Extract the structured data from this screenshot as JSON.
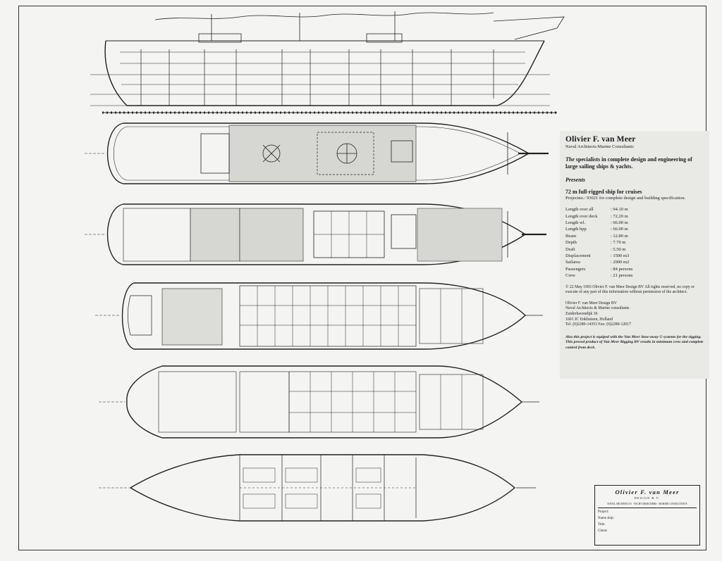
{
  "info": {
    "firm": "Olivier F. van Meer",
    "firm_sub": "Naval Architects-Marine Consultants",
    "tagline_em": "The",
    "tagline": " specialists in complete design and engineering of large sailing ships & yachts.",
    "presents": "Presents",
    "project_title": "72 m full-rigged ship for cruises",
    "project_no": "Projectno.: 93021 for complete design and building specification.",
    "specs": [
      {
        "k": "Length over all",
        "v": ": 94.10 m"
      },
      {
        "k": "Length over deck",
        "v": ": 72.20 m"
      },
      {
        "k": "Length wl.",
        "v": ": 66.00 m"
      },
      {
        "k": "Length bpp",
        "v": ": 66.00 m"
      },
      {
        "k": "Beam",
        "v": ": 12.80 m"
      },
      {
        "k": "Depth",
        "v": ": 7.70 m"
      },
      {
        "k": "Draft",
        "v": ": 5.50 m"
      },
      {
        "k": "Displacement",
        "v": ": 1500 m3"
      },
      {
        "k": "Sailarea",
        "v": ": 2900 m2"
      },
      {
        "k": "Passengers",
        "v": ": 84 persons"
      },
      {
        "k": "Crew",
        "v": ": 21 persons"
      }
    ],
    "copyright": "© 22 May 1993 Olivier F. van Meer Design BV All rights reserved, no copy or execute of any part of this information without permission of the architect.",
    "address": [
      "Olivier F. van Meer Design BV",
      "Naval Architects & Marine consultants",
      "Zuiderhavendijk 36",
      "1601 JC Enkhuizen, Holland",
      "Tel. (0)2280-14353 Fax: (0)2280-12017"
    ],
    "note": "Also this project is equiped with the Van Meer Stow-away © systems for the rigging. This proved product of Van Meer Rigging BV results in minimum crew and complete control from deck."
  },
  "title_block": {
    "name": "Olivier F. van Meer",
    "design": "DESIGN B.V.",
    "subline": "NAVAL ARCHITECTS · YACHT DESIGNERS · MARINE CONSULTANTS",
    "fields": [
      "Project:",
      "Name ship:",
      "Title:",
      "Client:"
    ]
  }
}
